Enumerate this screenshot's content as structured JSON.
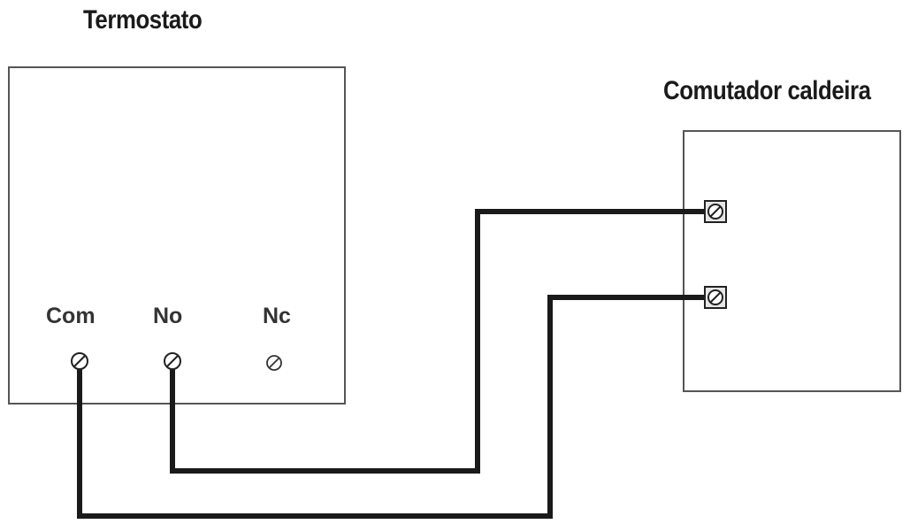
{
  "thermostat": {
    "title": "Termostato",
    "terminals": [
      {
        "label": "Com"
      },
      {
        "label": "No"
      },
      {
        "label": "Nc"
      }
    ]
  },
  "boiler_switch": {
    "title": "Comutador caldeira"
  },
  "colors": {
    "box_stroke": "#555555",
    "wire": "#1a1a1a",
    "text": "#1a1a1a"
  }
}
